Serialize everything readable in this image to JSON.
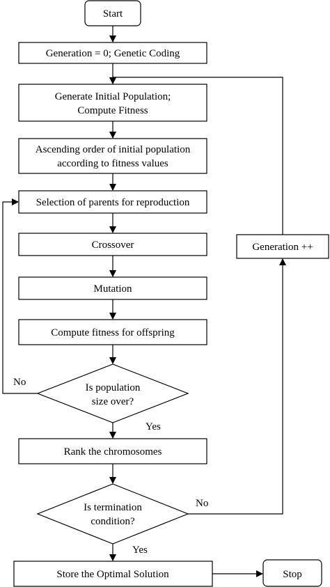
{
  "flowchart": {
    "start": "Start",
    "generation_zero": "Generation = 0; Genetic Coding",
    "generate_initial": [
      "Generate Initial Population;",
      "Compute Fitness"
    ],
    "ascending_order": [
      "Ascending order of initial population",
      "according to fitness values"
    ],
    "selection": "Selection of parents for reproduction",
    "crossover": "Crossover",
    "mutation": "Mutation",
    "compute_offspring": "Compute fitness for offspring",
    "population_decision": [
      "Is population",
      "size over?"
    ],
    "rank": "Rank the chromosomes",
    "termination_decision": [
      "Is termination",
      "condition?"
    ],
    "store_solution": "Store the Optimal Solution",
    "stop": "Stop",
    "generation_increment": "Generation ++",
    "no_label_population": "No",
    "yes_label_population": "Yes",
    "no_label_termination": "No",
    "yes_label_termination": "Yes"
  }
}
